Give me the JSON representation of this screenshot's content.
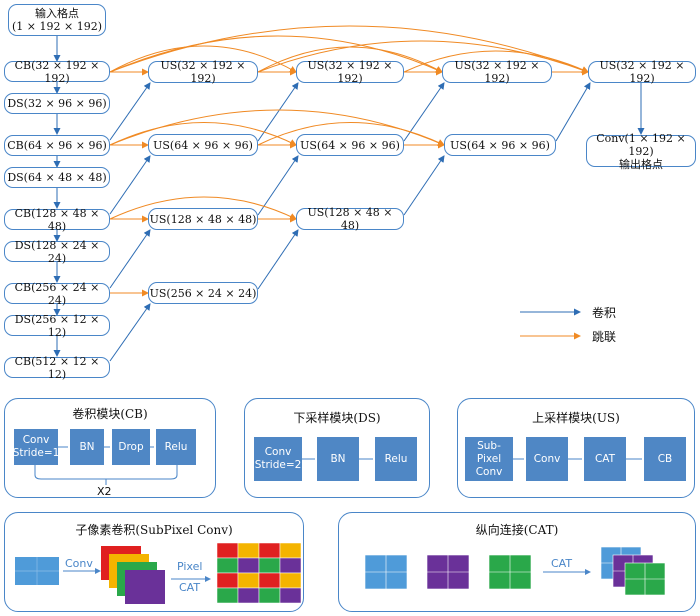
{
  "nodes": {
    "input": "输入格点\n(1 × 192 × 192)",
    "cb1": "CB(32 × 192 × 192)",
    "ds1": "DS(32 × 96 × 96)",
    "cb2": "CB(64 × 96 × 96)",
    "ds2": "DS(64 × 48 × 48)",
    "cb3": "CB(128 × 48 × 48)",
    "ds3": "DS(128 × 24 × 24)",
    "cb4": "CB(256 × 24 × 24)",
    "ds4": "DS(256 × 12 × 12)",
    "cb5": "CB(512 × 12 × 12)",
    "us_a1": "US(32 × 192 × 192)",
    "us_a2": "US(32 × 192 × 192)",
    "us_a3": "US(32 × 192 × 192)",
    "us_a4": "US(32 × 192 × 192)",
    "us_b1": "US(64 × 96 × 96)",
    "us_b2": "US(64 × 96 × 96)",
    "us_b3": "US(64 × 96 × 96)",
    "us_c1": "US(128 × 48 × 48)",
    "us_c2": "US(128 × 48 × 48)",
    "us_d1": "US(256 × 24 × 24)",
    "output": "Conv(1 × 192 × 192)\n输出格点"
  },
  "legend": {
    "conv": "卷积",
    "skip": "跳联"
  },
  "colors": {
    "conv": "#2e6db4",
    "skip": "#f08a24",
    "block": "#4f87c5"
  },
  "panels": {
    "cb": {
      "title": "卷积模块(CB)",
      "blocks": [
        "Conv\nStride=1",
        "BN",
        "Drop",
        "Relu"
      ],
      "repeat": "X2"
    },
    "ds": {
      "title": "下采样模块(DS)",
      "blocks": [
        "Conv\nStride=2",
        "BN",
        "Relu"
      ]
    },
    "us": {
      "title": "上采样模块(US)",
      "blocks": [
        "Sub-Pixel\nConv",
        "Conv",
        "CAT",
        "CB"
      ]
    },
    "subpixel": {
      "title": "子像素卷积(SubPixel  Conv)",
      "conv_label": "Conv",
      "pixel_label": "Pixel",
      "cat_label": "CAT"
    },
    "cat": {
      "title": "纵向连接(CAT)",
      "cat_label": "CAT"
    }
  }
}
